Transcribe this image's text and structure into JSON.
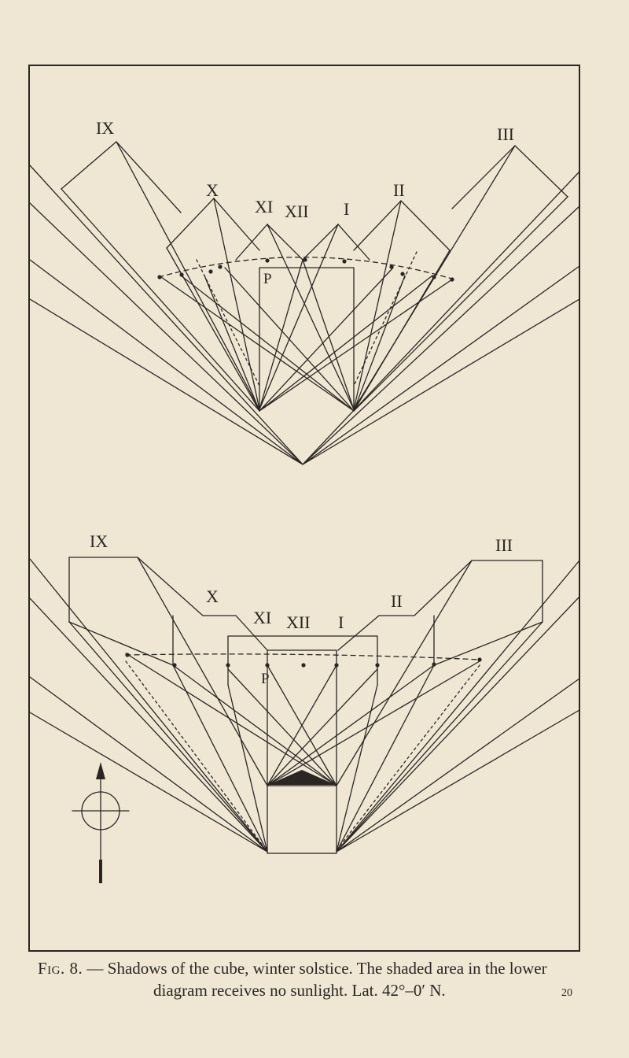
{
  "figure": {
    "upper_diagram": {
      "hour_labels": [
        "IX",
        "X",
        "XI",
        "XII",
        "I",
        "II",
        "III"
      ],
      "point_label": "P"
    },
    "lower_diagram": {
      "hour_labels": [
        "IX",
        "X",
        "XI",
        "XII",
        "I",
        "II",
        "III"
      ],
      "point_label": "P"
    }
  },
  "caption": {
    "fig_label": "Fig. 8.",
    "text_line1": " — Shadows of the cube, winter solstice.  The shaded area in the lower",
    "text_line2": "diagram receives no sunlight.  Lat. 42°–0′ N."
  },
  "page_number": "20",
  "colors": {
    "paper": "#efe7d4",
    "ink": "#2a2622"
  }
}
